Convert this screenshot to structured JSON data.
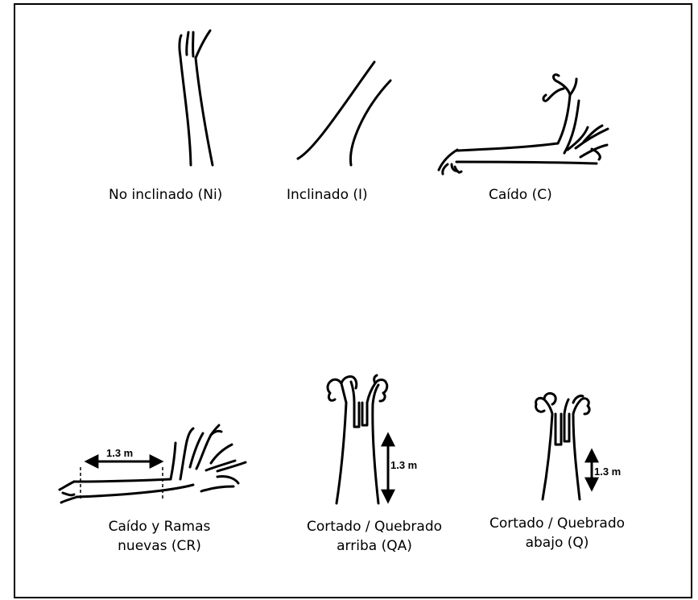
{
  "figure": {
    "captions": {
      "ni": "No inclinado  (Ni)",
      "i": "Inclinado (I)",
      "c": "Caído (C)",
      "cr_line1": "Caído y Ramas",
      "cr_line2": "nuevas (CR)",
      "qa_line1": "Cortado / Quebrado",
      "qa_line2": "arriba (QA)",
      "q_line1": "Cortado / Quebrado",
      "q_line2": "abajo (Q)"
    },
    "measure_labels": {
      "cr": "1.3 m",
      "qa": "1.3 m",
      "q": "1.3 m"
    },
    "line_color": "#000000",
    "background": "#ffffff"
  }
}
